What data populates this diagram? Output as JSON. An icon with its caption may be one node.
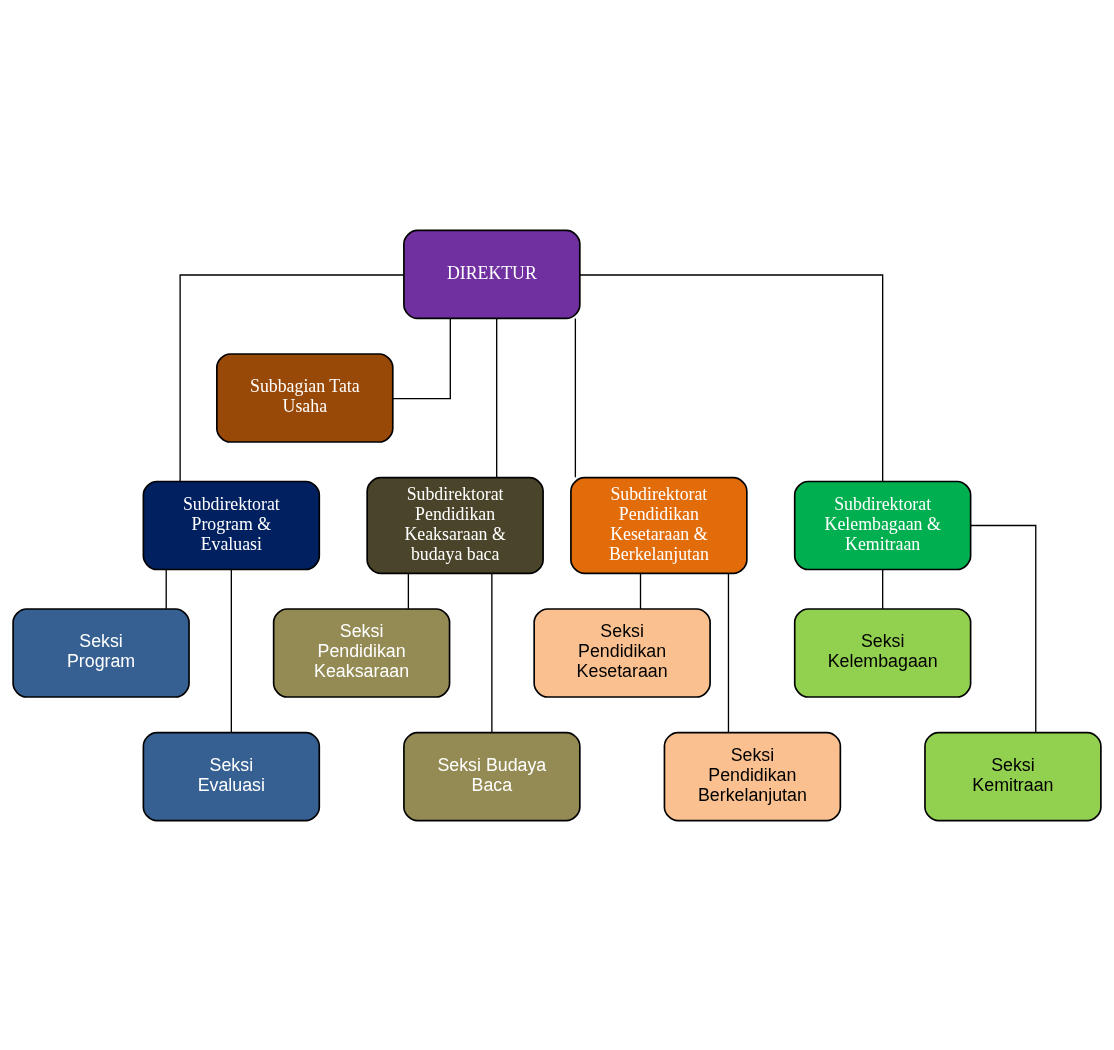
{
  "diagram": {
    "nodes": [
      {
        "text": [
          "DIREKTUR"
        ]
      },
      {
        "text": [
          "Subbagian Tata Usaha"
        ]
      },
      {
        "text": [
          "Subdirektorat Program & Evaluasi"
        ]
      },
      {
        "text": [
          "Subdirektorat Pendidikan Keaksaraan & budaya baca"
        ]
      },
      {
        "text": [
          "Subdirektorat Pendidikan Kesetaraan & Berkelanjutan"
        ]
      },
      {
        "text": [
          "Subdirektorat Kelembagaan & Kemitraan"
        ]
      },
      {
        "text": [
          "Seksi Program"
        ]
      },
      {
        "text": [
          "Seksi Evaluasi"
        ]
      },
      {
        "text": [
          "Seksi Pendidikan Keaksaraan"
        ]
      },
      {
        "text": [
          "Seksi Budaya Baca"
        ]
      },
      {
        "text": [
          "Seksi Pendidikan Kesetaraan"
        ]
      },
      {
        "text": [
          "Seksi Pendidikan Berkelanjutan"
        ]
      },
      {
        "text": [
          "Seksi Kelembagaan"
        ]
      },
      {
        "text": [
          "Seksi Kemitraan"
        ]
      }
    ],
    "edges": [
      {
        "from": 0,
        "to": 1,
        "arrow": "none"
      },
      {
        "from": 0,
        "to": 2,
        "arrow": "none"
      },
      {
        "from": 0,
        "to": 3,
        "arrow": "none"
      },
      {
        "from": 0,
        "to": 4,
        "arrow": "none"
      },
      {
        "from": 0,
        "to": 5,
        "arrow": "none"
      },
      {
        "from": 2,
        "to": 6,
        "arrow": "none"
      },
      {
        "from": 2,
        "to": 7,
        "arrow": "none"
      },
      {
        "from": 3,
        "to": 8,
        "arrow": "none"
      },
      {
        "from": 3,
        "to": 9,
        "arrow": "none"
      },
      {
        "from": 4,
        "to": 10,
        "arrow": "none"
      },
      {
        "from": 4,
        "to": 11,
        "arrow": "none"
      },
      {
        "from": 5,
        "to": 12,
        "arrow": "none"
      },
      {
        "from": 5,
        "to": 13,
        "arrow": "none"
      }
    ]
  }
}
